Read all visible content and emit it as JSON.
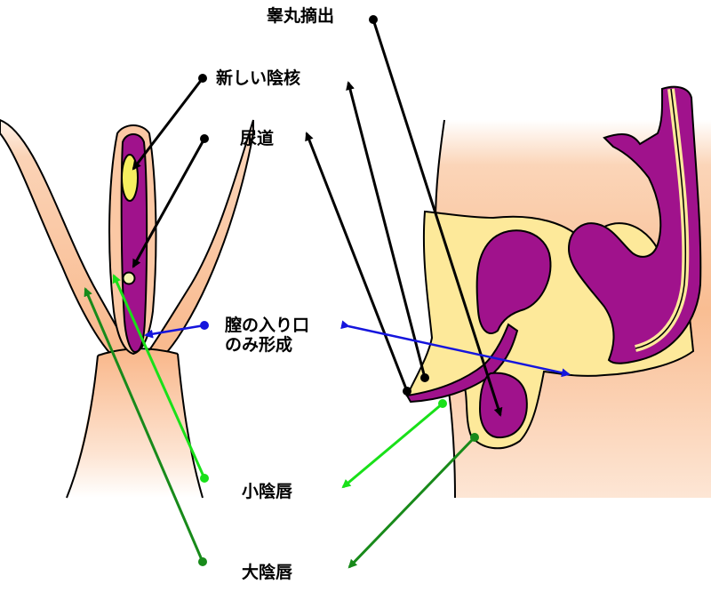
{
  "labels": {
    "orchiectomy": "睾丸摘出",
    "new_clitoris": "新しい陰核",
    "urethra": "尿道",
    "vaginal_opening_line1": "膣の入り口",
    "vaginal_opening_line2": "のみ形成",
    "labia_minora": "小陰唇",
    "labia_majora": "大陰唇"
  },
  "colors": {
    "skin_gradient_top": "#fde6d5",
    "skin_gradient_bottom": "#f9b889",
    "tissue_yellow": "#fde99a",
    "organ_purple": "#a0128c",
    "clitoris_yellow": "#f6ef60",
    "urethra_dot": "#f4f4b0",
    "leader_black": "#000000",
    "leader_blue": "#1515dd",
    "leader_light_green": "#19e019",
    "leader_dark_green": "#188a1a"
  }
}
